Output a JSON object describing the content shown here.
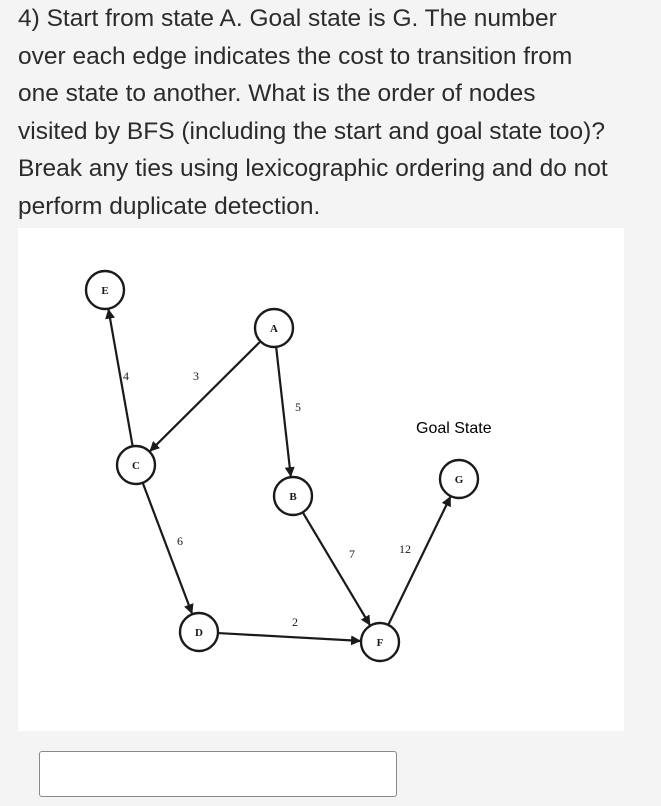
{
  "question": {
    "lines": [
      "4) Start from state A. Goal state is G. The number",
      "over each edge indicates the cost to transition from",
      "one state to another. What is the order of nodes",
      "visited by BFS (including the start and goal state too)?",
      "Break any ties using lexicographic ordering and do not",
      "perform duplicate detection."
    ]
  },
  "diagram": {
    "nodes": [
      {
        "id": "E",
        "label": "E"
      },
      {
        "id": "A",
        "label": "A"
      },
      {
        "id": "C",
        "label": "C"
      },
      {
        "id": "B",
        "label": "B"
      },
      {
        "id": "G",
        "label": "G"
      },
      {
        "id": "D",
        "label": "D"
      },
      {
        "id": "F",
        "label": "F"
      }
    ],
    "edges": [
      {
        "from": "C",
        "to": "E",
        "cost": "4"
      },
      {
        "from": "A",
        "to": "C",
        "cost": "3"
      },
      {
        "from": "A",
        "to": "B",
        "cost": "5"
      },
      {
        "from": "C",
        "to": "D",
        "cost": "6"
      },
      {
        "from": "B",
        "to": "F",
        "cost": "7"
      },
      {
        "from": "D",
        "to": "F",
        "cost": "2"
      },
      {
        "from": "F",
        "to": "G",
        "cost": "12"
      }
    ],
    "goal_annotation": "Goal State",
    "colors": {
      "stroke": "#1a1a1a",
      "panel": "#ffffff",
      "page": "#f4f4f4"
    }
  },
  "answer": {
    "value": "",
    "placeholder": ""
  }
}
